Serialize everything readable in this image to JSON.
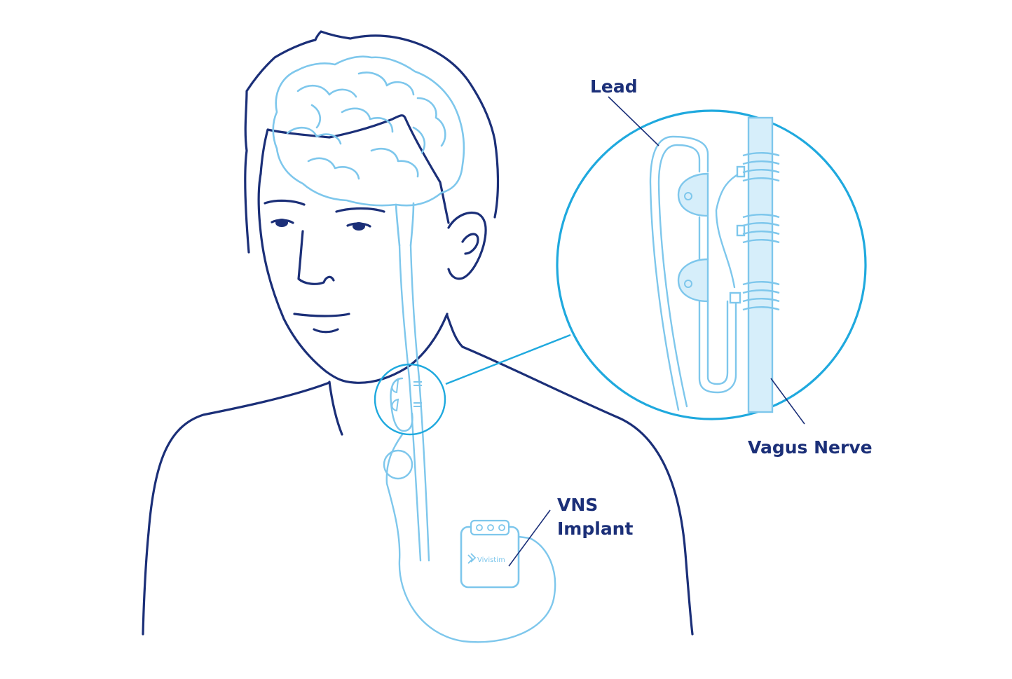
{
  "colors": {
    "background": "#ffffff",
    "outline": "#1b2f78",
    "device": "#7ec7ec",
    "highlight": "#1fa9de",
    "nerve_fill": "#d6eefa",
    "text": "#1b2f78"
  },
  "labels": {
    "lead": "Lead",
    "vagus_nerve": "Vagus Nerve",
    "vns_line1": "VNS",
    "vns_line2": "Implant"
  },
  "device": {
    "brand": "Vivistim"
  },
  "icons": {
    "brand_logo": "vivistim-chevron-logo"
  }
}
